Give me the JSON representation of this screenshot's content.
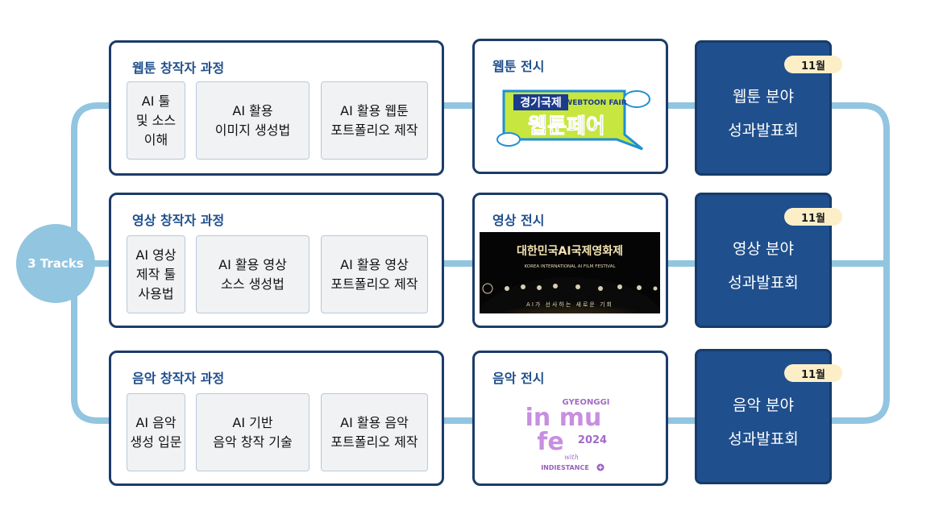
{
  "hub": {
    "label": "3 Tracks",
    "color": "#92c5e0"
  },
  "colors": {
    "navy": "#1f4f8d",
    "border": "#1c3c68",
    "badge": "#fcefc8",
    "module_bg": "#f1f2f3"
  },
  "tracks": [
    {
      "course_title": "웹툰 창작자 과정",
      "modules": [
        "AI 툴\n및 소스\n이해",
        "AI 활용\n이미지 생성법",
        "AI  활용 웹툰\n포트폴리오 제작"
      ],
      "exhibit_title": "웹툰 전시",
      "logo": {
        "line1": "경기국제",
        "line2": "웹툰페어",
        "tag": "WEBTOON FAIR"
      },
      "result_badge": "11월",
      "result_text": "웹툰 분야\n성과발표회"
    },
    {
      "course_title": "영상 창작자 과정",
      "modules": [
        "AI 영상\n제작 툴\n사용법",
        "AI 활용 영상\n소스 생성법",
        "AI  활용 영상\n포트폴리오 제작"
      ],
      "exhibit_title": "영상 전시",
      "logo": {
        "line1": "대한민국AI국제영화제",
        "line2": "KOREA INTERNATIONAL AI FILM FESTIVAL",
        "tag": "AI가 선사하는 새로운 기회"
      },
      "result_badge": "11월",
      "result_text": "영상 분야\n성과발표회"
    },
    {
      "course_title": "음악 창작자 과정",
      "modules": [
        "AI 음악\n생성 입문",
        "AI 기반\n음악 창작 기술",
        "AI  활용 음악\n포트폴리오 제작"
      ],
      "exhibit_title": "음악 전시",
      "logo": {
        "line1": "in mu",
        "line2": "fe",
        "top": "GYEONGGI",
        "year": "2024",
        "with": "with",
        "tag": "INDIESTANCE"
      },
      "result_badge": "11월",
      "result_text": "음악 분야\n성과발표회"
    }
  ]
}
